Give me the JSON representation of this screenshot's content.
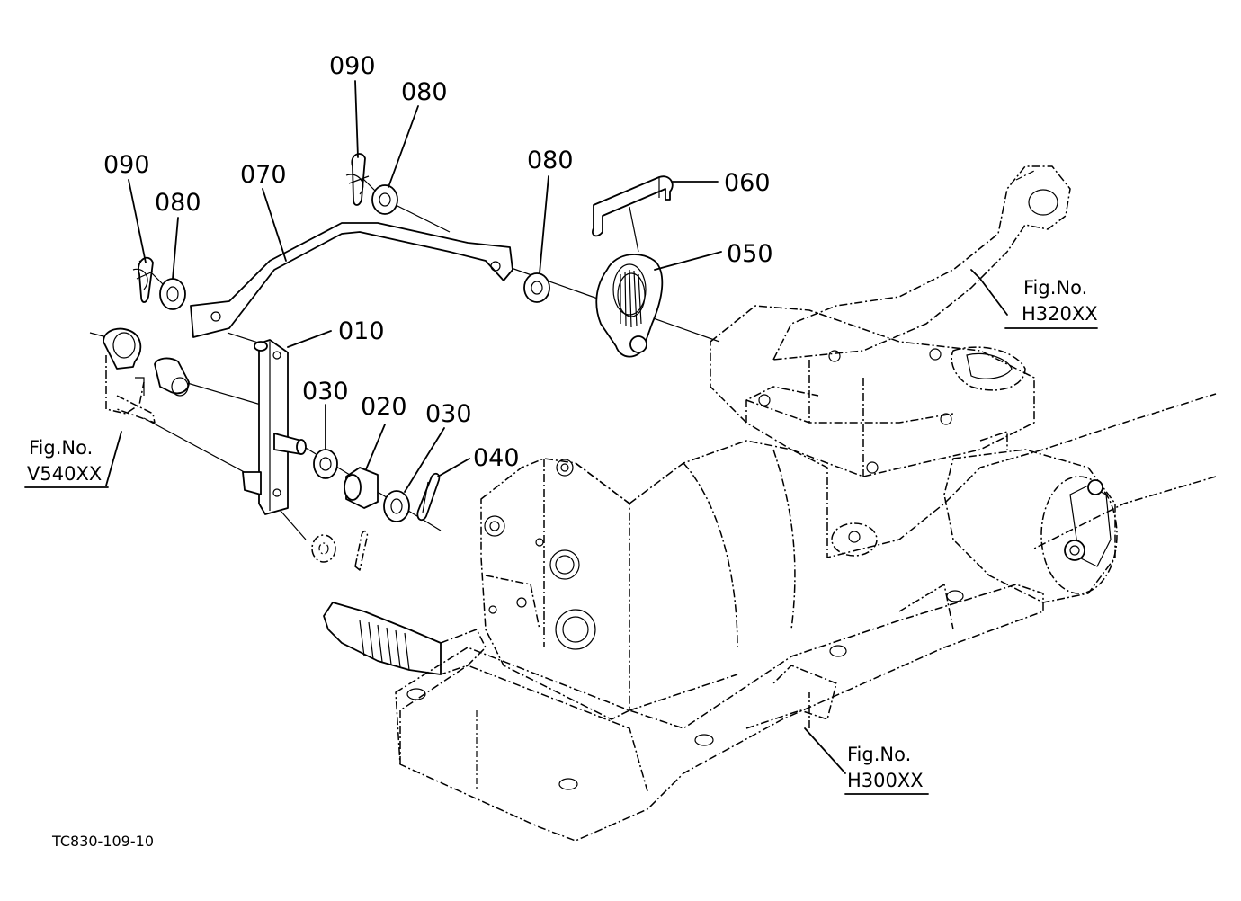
{
  "labels": {
    "p010": "010",
    "p020": "020",
    "p030a": "030",
    "p030b": "030",
    "p040": "040",
    "p050": "050",
    "p060": "060",
    "p070": "070",
    "p080a": "080",
    "p080b": "080",
    "p080c": "080",
    "p090a": "090",
    "p090b": "090"
  },
  "refs": {
    "h320": {
      "line1": "Fig.No.",
      "line2": "H320XX"
    },
    "v540": {
      "line1": "Fig.No.",
      "line2": "V540XX"
    },
    "h300": {
      "line1": "Fig.No.",
      "line2": "H300XX"
    }
  },
  "drawing_code": "TC830-109-10"
}
